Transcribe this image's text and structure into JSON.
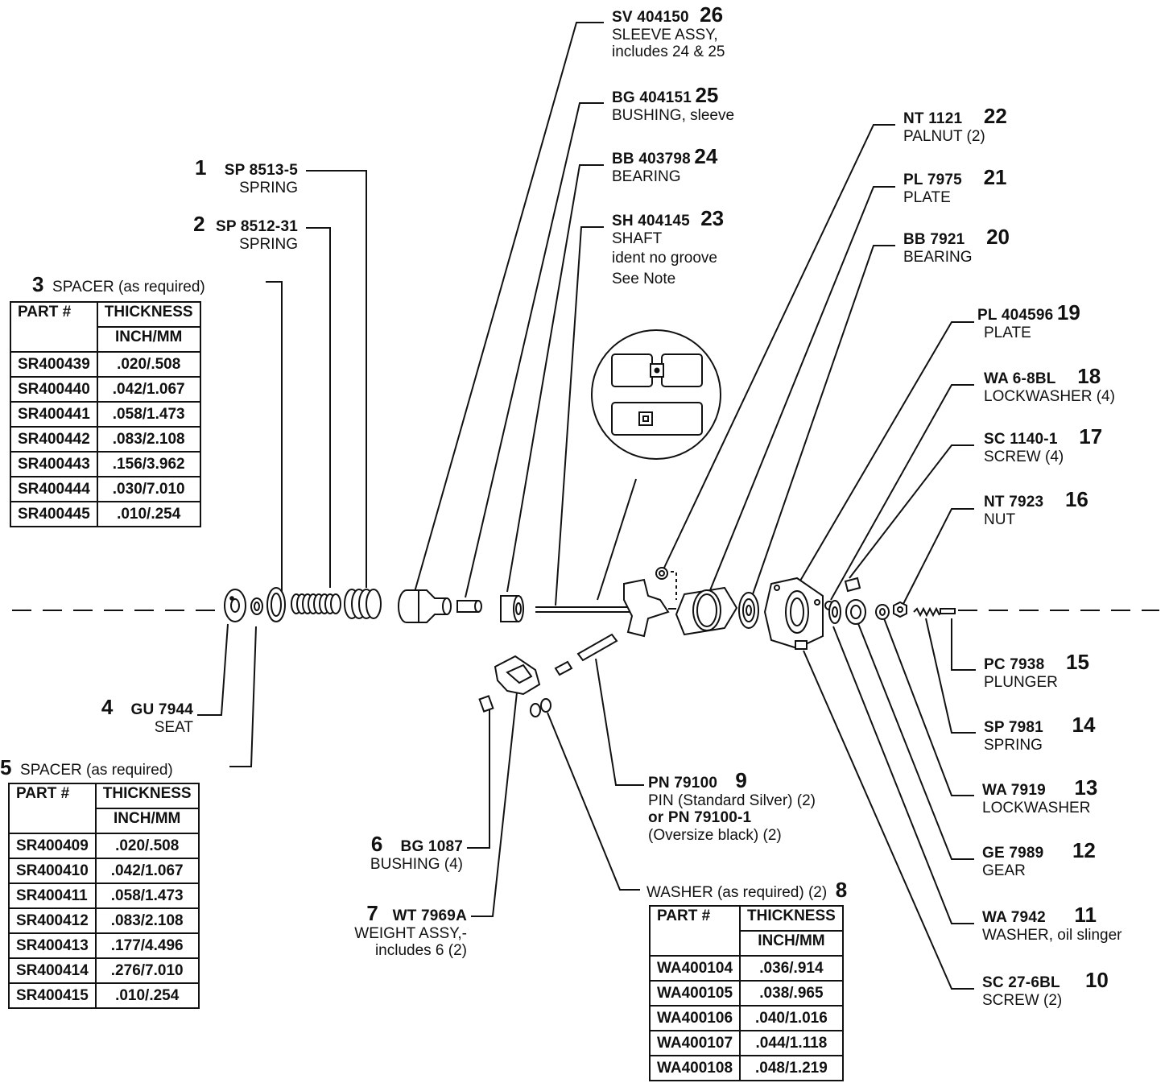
{
  "parts": {
    "p1": {
      "num": "1",
      "pn": "SP 8513-5",
      "desc": "SPRING"
    },
    "p2": {
      "num": "2",
      "pn": "SP 8512-31",
      "desc": "SPRING"
    },
    "p4": {
      "num": "4",
      "pn": "GU 7944",
      "desc": "SEAT"
    },
    "p6": {
      "num": "6",
      "pn": "BG 1087",
      "desc": "BUSHING (4)"
    },
    "p7": {
      "num": "7",
      "pn": "WT 7969A",
      "desc": "WEIGHT ASSY,-",
      "desc2": "includes 6 (2)"
    },
    "p9": {
      "num": "9",
      "pn": "PN 79100",
      "desc": "PIN (Standard Silver) (2)",
      "alt_pn": "or PN 79100-1",
      "alt_desc": "(Oversize black) (2)"
    },
    "p10": {
      "num": "10",
      "pn": "SC 27-6BL",
      "desc": "SCREW (2)"
    },
    "p11": {
      "num": "11",
      "pn": "WA 7942",
      "desc": "WASHER, oil slinger"
    },
    "p12": {
      "num": "12",
      "pn": "GE 7989",
      "desc": "GEAR"
    },
    "p13": {
      "num": "13",
      "pn": "WA 7919",
      "desc": "LOCKWASHER"
    },
    "p14": {
      "num": "14",
      "pn": "SP 7981",
      "desc": "SPRING"
    },
    "p15": {
      "num": "15",
      "pn": "PC 7938",
      "desc": "PLUNGER"
    },
    "p16": {
      "num": "16",
      "pn": "NT 7923",
      "desc": "NUT"
    },
    "p17": {
      "num": "17",
      "pn": "SC 1140-1",
      "desc": "SCREW (4)"
    },
    "p18": {
      "num": "18",
      "pn": "WA 6-8BL",
      "desc": "LOCKWASHER (4)"
    },
    "p19": {
      "num": "19",
      "pn": "PL 404596",
      "desc": "PLATE"
    },
    "p20": {
      "num": "20",
      "pn": "BB 7921",
      "desc": "BEARING"
    },
    "p21": {
      "num": "21",
      "pn": "PL 7975",
      "desc": "PLATE"
    },
    "p22": {
      "num": "22",
      "pn": "NT 1121",
      "desc": "PALNUT (2)"
    },
    "p23": {
      "num": "23",
      "pn": "SH 404145",
      "desc": "SHAFT",
      "desc2": "ident no groove",
      "desc3": "See Note"
    },
    "p24": {
      "num": "24",
      "pn": "BB 403798",
      "desc": "BEARING"
    },
    "p25": {
      "num": "25",
      "pn": "BG 404151",
      "desc": "BUSHING, sleeve"
    },
    "p26": {
      "num": "26",
      "pn": "SV 404150",
      "desc": "SLEEVE ASSY,",
      "desc2": "includes 24 & 25"
    }
  },
  "spacer3": {
    "num": "3",
    "caption": "SPACER (as required)",
    "headers": [
      "PART #",
      "THICKNESS",
      "INCH/MM"
    ],
    "rows": [
      [
        "SR400439",
        ".020/.508"
      ],
      [
        "SR400440",
        ".042/1.067"
      ],
      [
        "SR400441",
        ".058/1.473"
      ],
      [
        "SR400442",
        ".083/2.108"
      ],
      [
        "SR400443",
        ".156/3.962"
      ],
      [
        "SR400444",
        ".030/7.010"
      ],
      [
        "SR400445",
        ".010/.254"
      ]
    ]
  },
  "spacer5": {
    "num": "5",
    "caption": "SPACER (as required)",
    "headers": [
      "PART #",
      "THICKNESS",
      "INCH/MM"
    ],
    "rows": [
      [
        "SR400409",
        ".020/.508"
      ],
      [
        "SR400410",
        ".042/1.067"
      ],
      [
        "SR400411",
        ".058/1.473"
      ],
      [
        "SR400412",
        ".083/2.108"
      ],
      [
        "SR400413",
        ".177/4.496"
      ],
      [
        "SR400414",
        ".276/7.010"
      ],
      [
        "SR400415",
        ".010/.254"
      ]
    ]
  },
  "washer8": {
    "num": "8",
    "caption": "WASHER (as required) (2)",
    "headers": [
      "PART #",
      "THICKNESS",
      "INCH/MM"
    ],
    "rows": [
      [
        "WA400104",
        ".036/.914"
      ],
      [
        "WA400105",
        ".038/.965"
      ],
      [
        "WA400106",
        ".040/1.016"
      ],
      [
        "WA400107",
        ".044/1.118"
      ],
      [
        "WA400108",
        ".048/1.219"
      ]
    ]
  }
}
